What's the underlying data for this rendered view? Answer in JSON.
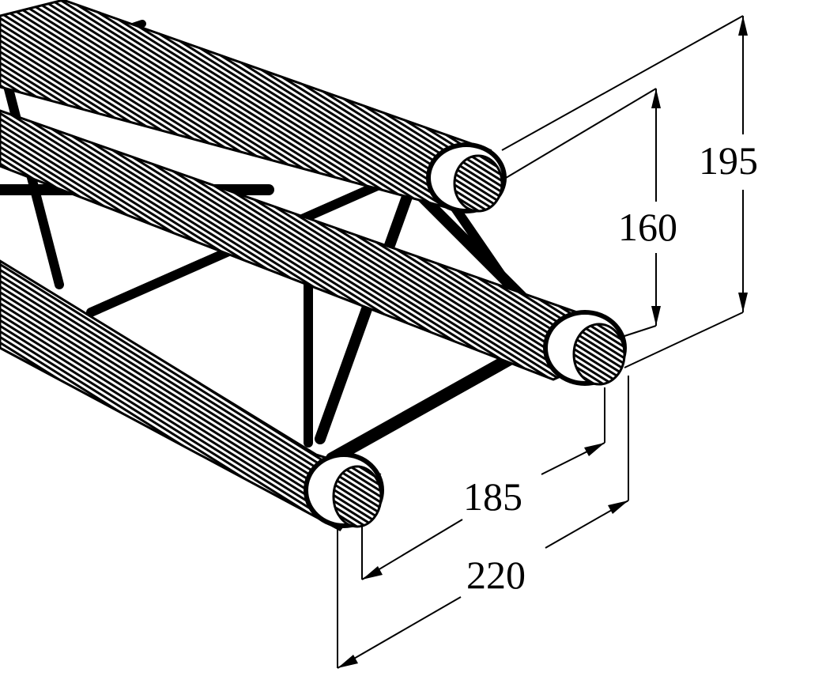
{
  "diagram": {
    "type": "technical-drawing",
    "subject": "triangular-truss-segment",
    "line_color": "#000000",
    "background_color": "#ffffff",
    "dimensions": {
      "outer_height": {
        "label": "195"
      },
      "inner_height": {
        "label": "160"
      },
      "inner_width": {
        "label": "185"
      },
      "outer_width": {
        "label": "220"
      }
    }
  }
}
